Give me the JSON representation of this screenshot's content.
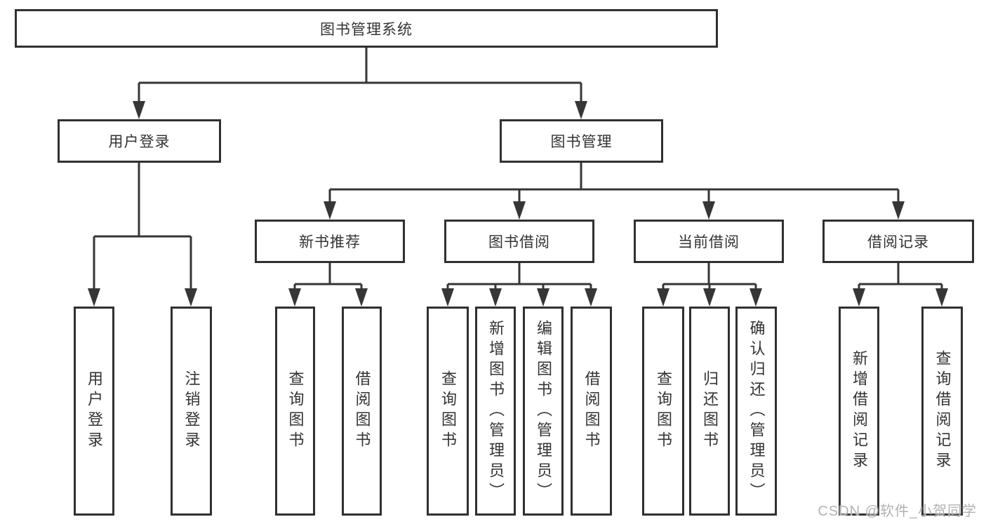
{
  "root": {
    "label": "图书管理系统"
  },
  "level2": {
    "user_login": "用户登录",
    "book_management": "图书管理"
  },
  "level3": {
    "new_book_recommend": "新书推荐",
    "book_borrow": "图书借阅",
    "current_borrow": "当前借阅",
    "borrow_records": "借阅记录"
  },
  "leaves": {
    "user_login": "用户登录",
    "user_logout": "注销登录",
    "nb_query_books": "查询图书",
    "nb_borrow_books": "借阅图书",
    "bb_query_books": "查询图书",
    "bb_add_books": "新增图书（管理员）",
    "bb_edit_books": "编辑图书（管理员）",
    "bb_borrow_books": "借阅图书",
    "cb_query_books": "查询图书",
    "cb_return_books": "归还图书",
    "cb_confirm_return": "确认归还（管理员）",
    "br_add_record": "新增借阅记录",
    "br_query_record": "查询借阅记录"
  },
  "watermark": "CSDN @软件_小贺同学",
  "colors": {
    "background": "#ffffff",
    "box_border": "#303030",
    "connector_line": "#363636",
    "text": "#333333",
    "watermark": "#b2b2b2"
  }
}
